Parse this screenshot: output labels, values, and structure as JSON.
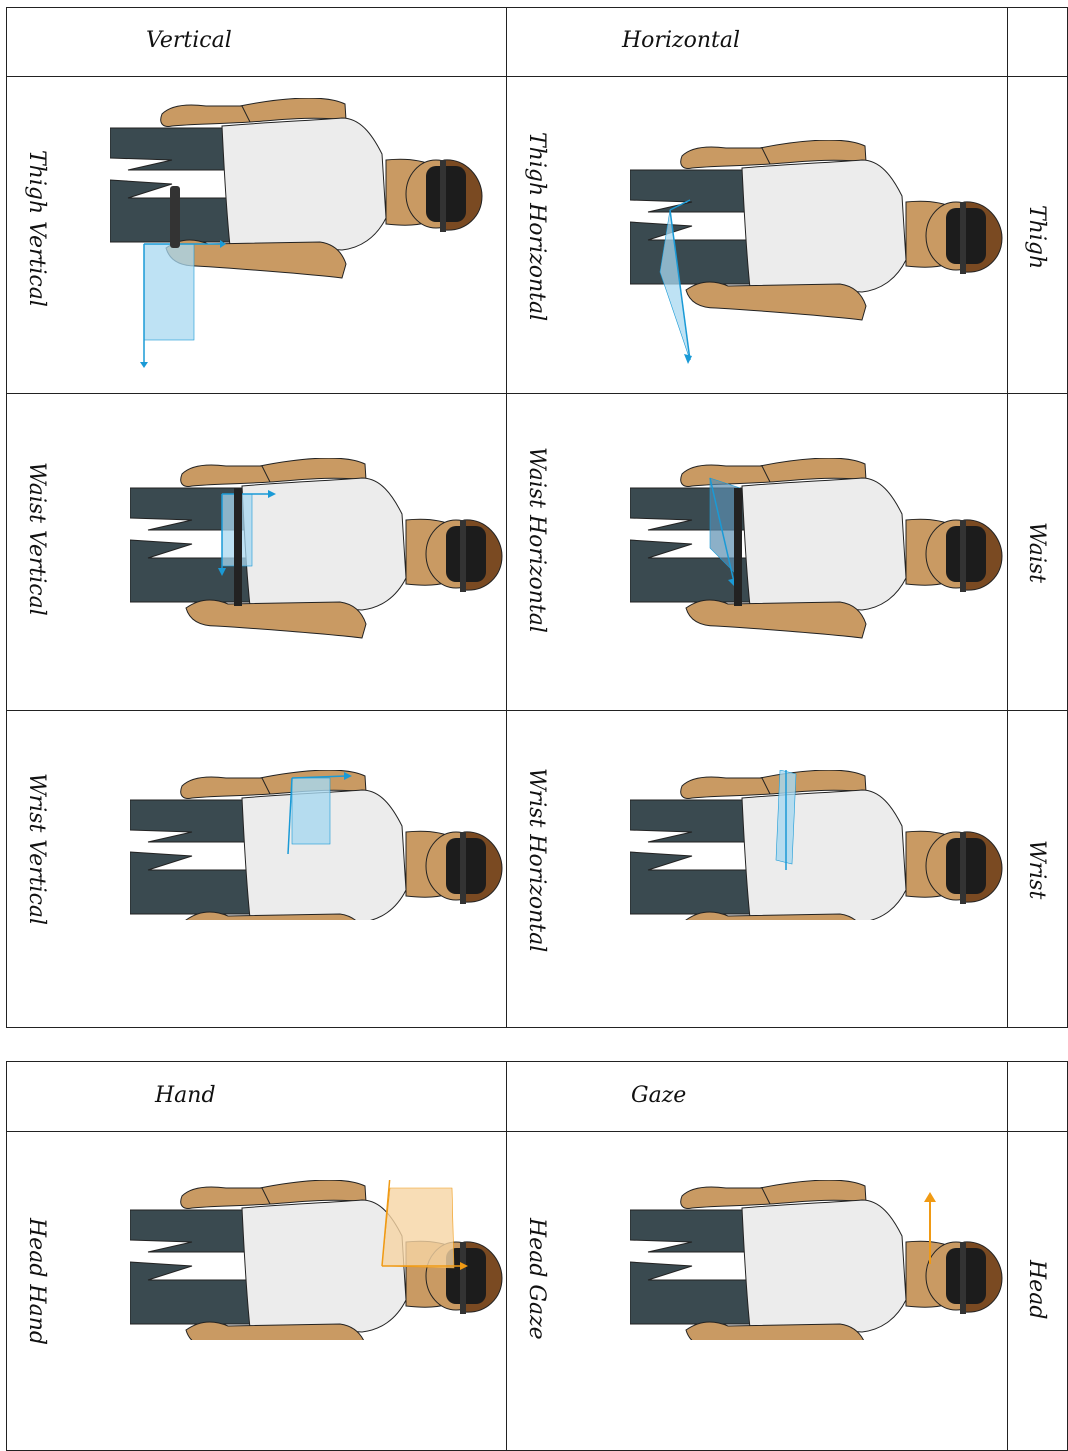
{
  "table1": {
    "columns": [
      "Vertical",
      "Horizontal"
    ],
    "rows": [
      {
        "label": "Thigh",
        "cells": [
          "Thigh Vertical",
          "Thigh Horizontal"
        ]
      },
      {
        "label": "Waist",
        "cells": [
          "Waist Vertical",
          "Waist Horizontal"
        ]
      },
      {
        "label": "Wrist",
        "cells": [
          "Wrist Vertical",
          "Wrist Horizontal"
        ]
      }
    ]
  },
  "table2": {
    "columns": [
      "Hand",
      "Gaze"
    ],
    "rows": [
      {
        "label": "Head",
        "cells": [
          "Head Hand",
          "Head Gaze"
        ]
      }
    ]
  },
  "colors": {
    "skin": "#c99a63",
    "shirt": "#ececec",
    "pants": "#3a4a50",
    "hair": "#7a4a22",
    "visor": "#1c1c1c",
    "plane_blue": "#a8d8f0",
    "arrow_blue": "#1a9ad6",
    "plane_orange": "#f6d4a4",
    "arrow_orange": "#f09a14"
  }
}
